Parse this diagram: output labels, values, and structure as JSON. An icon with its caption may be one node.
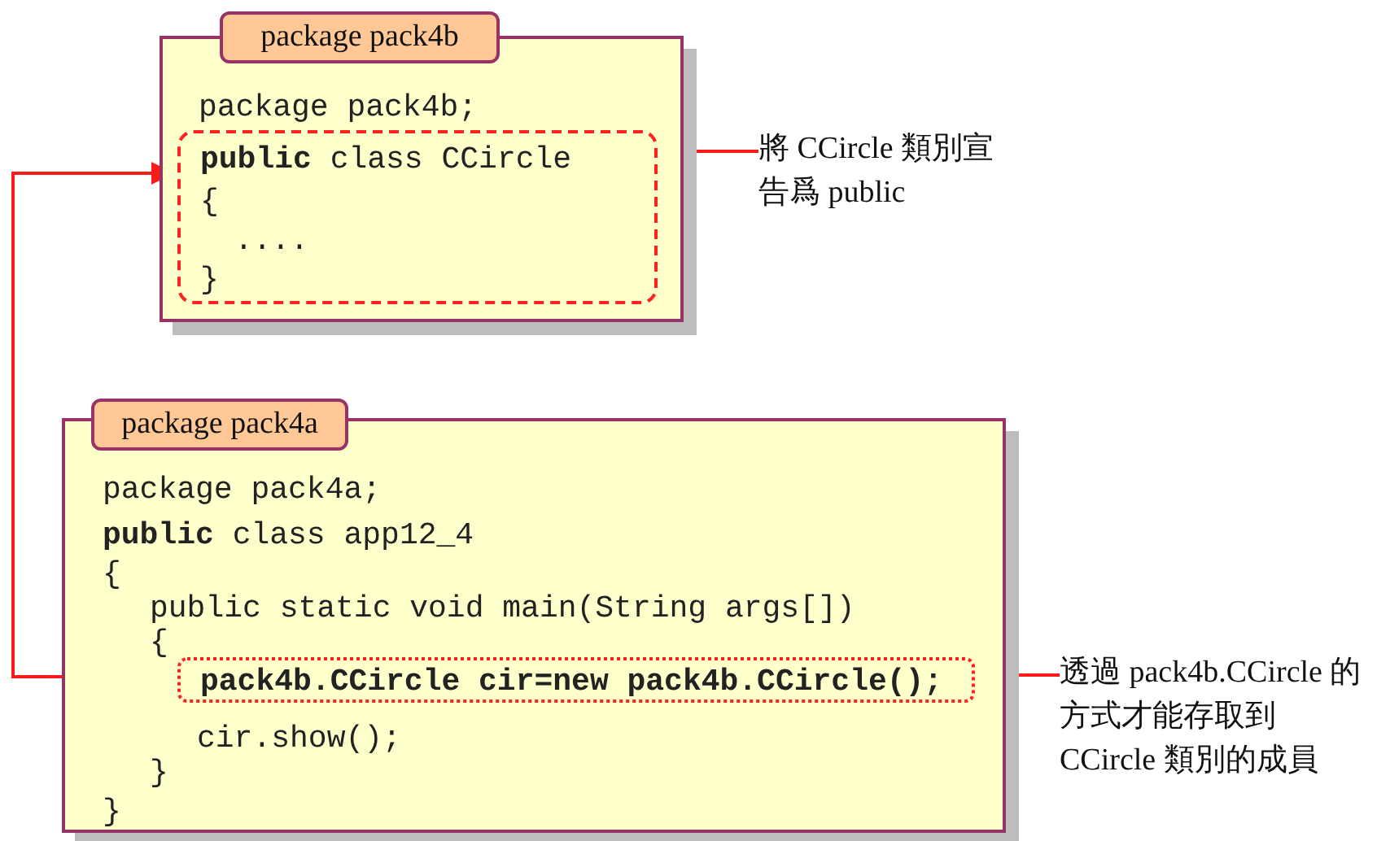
{
  "diagram": {
    "nodes": [
      {
        "text": [
          "package pack4b",
          "package pack4b;"
        ]
      },
      {
        "text": [
          "**public** class CCircle",
          "{",
          "....",
          "}"
        ],
        "in": 0
      },
      {
        "text": [
          "將 CCircle 類別宣告爲 public"
        ]
      },
      {
        "text": [
          "package pack4a",
          "package pack4a;",
          "**public** class app12_4",
          "{",
          "public static void main(String args[])",
          "{",
          "cir.show();",
          "}",
          "}"
        ]
      },
      {
        "text": [
          "pack4b.CCircle cir=new pack4b.CCircle();"
        ],
        "in": 3
      },
      {
        "text": [
          "透過 pack4b.CCircle 的方式才能存取到 CCircle 類別的成員"
        ]
      }
    ],
    "edges": [
      {
        "from": 2,
        "to": 1,
        "arrow": "none"
      },
      {
        "from": 4,
        "to": 1,
        "arrow": "to"
      },
      {
        "from": 5,
        "to": 4,
        "arrow": "none"
      }
    ]
  }
}
